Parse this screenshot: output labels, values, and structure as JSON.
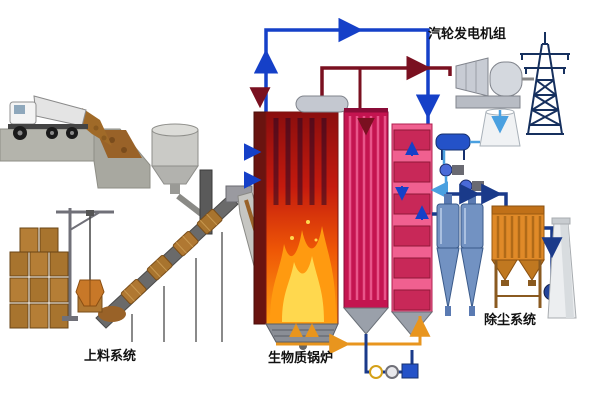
{
  "diagram": {
    "labels": {
      "turbine_generator": "汽轮发电机组",
      "feeding_system": "上料系统",
      "biomass_boiler": "生物质锅炉",
      "dust_removal_system": "除尘系统"
    },
    "components": [
      "dump-truck",
      "unloading-pit",
      "feed-silo",
      "vertical-conveyor",
      "inclined-bale-conveyor",
      "straw-bale-stack",
      "grab-crane",
      "feed-chute",
      "steam-drum",
      "furnace",
      "superheater-pass",
      "convection-pass",
      "steam-turbine",
      "generator",
      "transmission-tower",
      "cooling-tower",
      "deaerator",
      "feed-pumps",
      "cyclone-separators",
      "bag-filter",
      "induced-draft-fan",
      "chimney"
    ],
    "colors": {
      "flame_orange": "#ff9a10",
      "flame_yellow": "#ffd84e",
      "furnace_red": "#c41a0e",
      "pass_magenta": "#c41450",
      "pass_pink": "#f06090",
      "pipe_blue": "#1540c8",
      "pipe_dark_red": "#7a1020",
      "pipe_light_blue": "#4aa0e0",
      "pipe_orange": "#e8951e",
      "duct_navy": "#1a3a8a",
      "collector_orange": "#e08a28",
      "cyclone_blue": "#7292c2",
      "bale_brown": "#a8742e",
      "steel_gray": "#c8ccd4"
    }
  }
}
